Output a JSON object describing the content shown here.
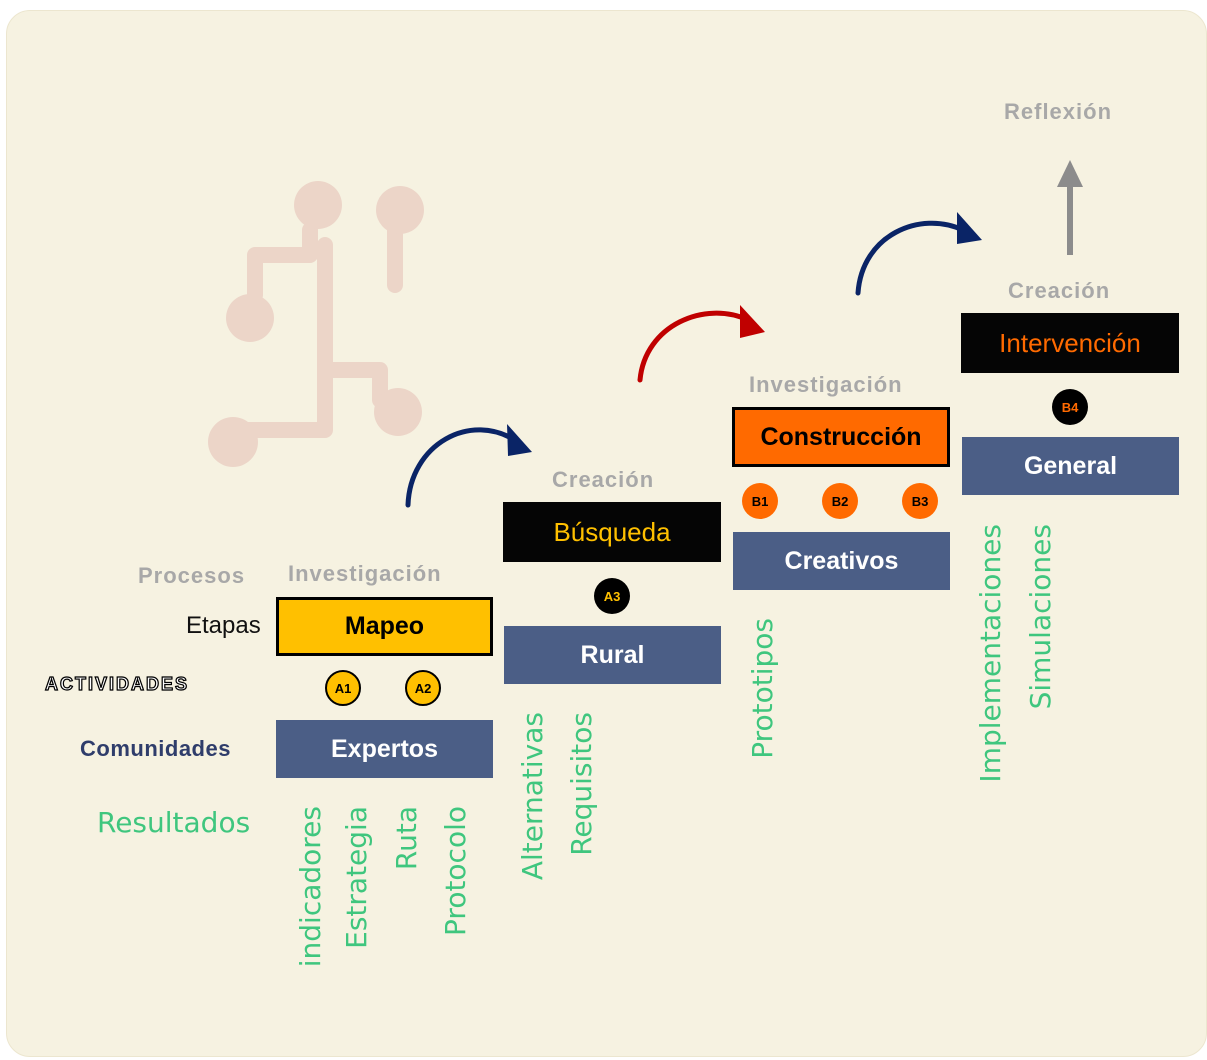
{
  "colors": {
    "background": "#f6f2e1",
    "community_box": "#4b5e86",
    "mapeo": "#ffc000",
    "construccion": "#ff6a00",
    "results": "#3fc67e",
    "process_labels": "#a8a8a8",
    "arrow_blue": "#0a2466",
    "arrow_red": "#c00000",
    "logo": "#ecd5c8"
  },
  "row_labels": {
    "procesos": "Procesos",
    "etapas": "Etapas",
    "actividades": "ACTIVIDADES",
    "comunidades": "Comunidades",
    "resultados": "Resultados"
  },
  "stages": [
    {
      "proceso": "Investigación",
      "etapa": "Mapeo",
      "comunidad": "Expertos",
      "actividades": [
        "A1",
        "A2"
      ],
      "resultados": [
        "indicadores",
        "Estrategia",
        "Ruta",
        "Protocolo"
      ]
    },
    {
      "proceso": "Creación",
      "etapa": "Búsqueda",
      "comunidad": "Rural",
      "actividades": [
        "A3"
      ],
      "resultados": [
        "Alternativas",
        "Requisitos"
      ]
    },
    {
      "proceso": "Investigación",
      "etapa": "Construcción",
      "comunidad": "Creativos",
      "actividades": [
        "B1",
        "B2",
        "B3"
      ],
      "resultados": [
        "Prototipos"
      ]
    },
    {
      "proceso": "Creación",
      "etapa": "Intervención",
      "comunidad": "General",
      "actividades": [
        "B4"
      ],
      "resultados": [
        "Implementaciones",
        "Simulaciones"
      ]
    }
  ],
  "final_label": "Reflexión",
  "icons": {
    "logo": "pre-columbian-figure-icon",
    "transitions": "curved-arrow-icon",
    "final": "up-arrow-icon"
  }
}
